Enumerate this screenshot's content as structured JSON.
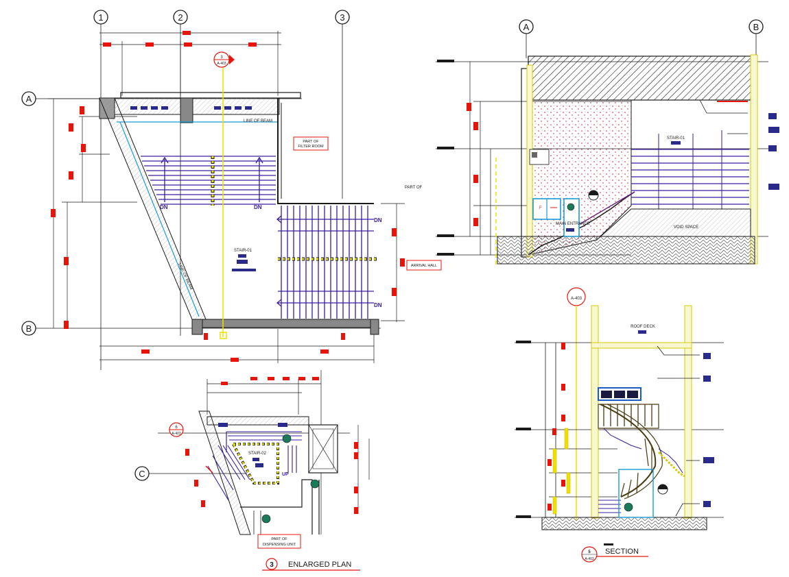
{
  "grid": {
    "cols": [
      "1",
      "2",
      "3"
    ],
    "rows": [
      "A",
      "B"
    ],
    "section_cols": [
      "A",
      "B"
    ],
    "plan2_row": "C"
  },
  "plan1": {
    "stair_tag": "STAIR-01",
    "dn_labels": [
      "DN",
      "DN",
      "DN",
      "DN"
    ],
    "beam_note_top": "LINE OF BEAM",
    "beam_note_diag": "LINE OF BEAM",
    "room_filter": [
      "PART OF",
      "FILTER ROOM"
    ],
    "room_part": "PART OF",
    "room_arrival": "ARRIVAL HALL",
    "callout": {
      "num": "3",
      "sheet": "A-403"
    }
  },
  "plan2": {
    "stair_tag": "STAIR-02",
    "up_label": "UP",
    "room_dispensing": [
      "PART OF",
      "DISPENSING UNIT"
    ],
    "callout": {
      "num": "6",
      "sheet": "A-403"
    },
    "title_num": "3",
    "title": "ENLARGED PLAN"
  },
  "section1": {
    "stair_tag": "STAIR-01",
    "main_entrance": "MAIN ENTRANCE",
    "void_space": "VOID SPACE"
  },
  "section2": {
    "roof_deck": "ROOF DECK",
    "callout_sheet": "A-403",
    "title_num": "5",
    "title_sheet": "A-403",
    "title": "SECTION"
  },
  "colors": {
    "linework": "#1a1a1a",
    "stair": "#3a1aa0",
    "dimension": "#e8140a",
    "annotation": "#1a1aa0",
    "axis": "#f0e000",
    "hatch": "#c8102e",
    "elevator": "#00a6c8"
  }
}
